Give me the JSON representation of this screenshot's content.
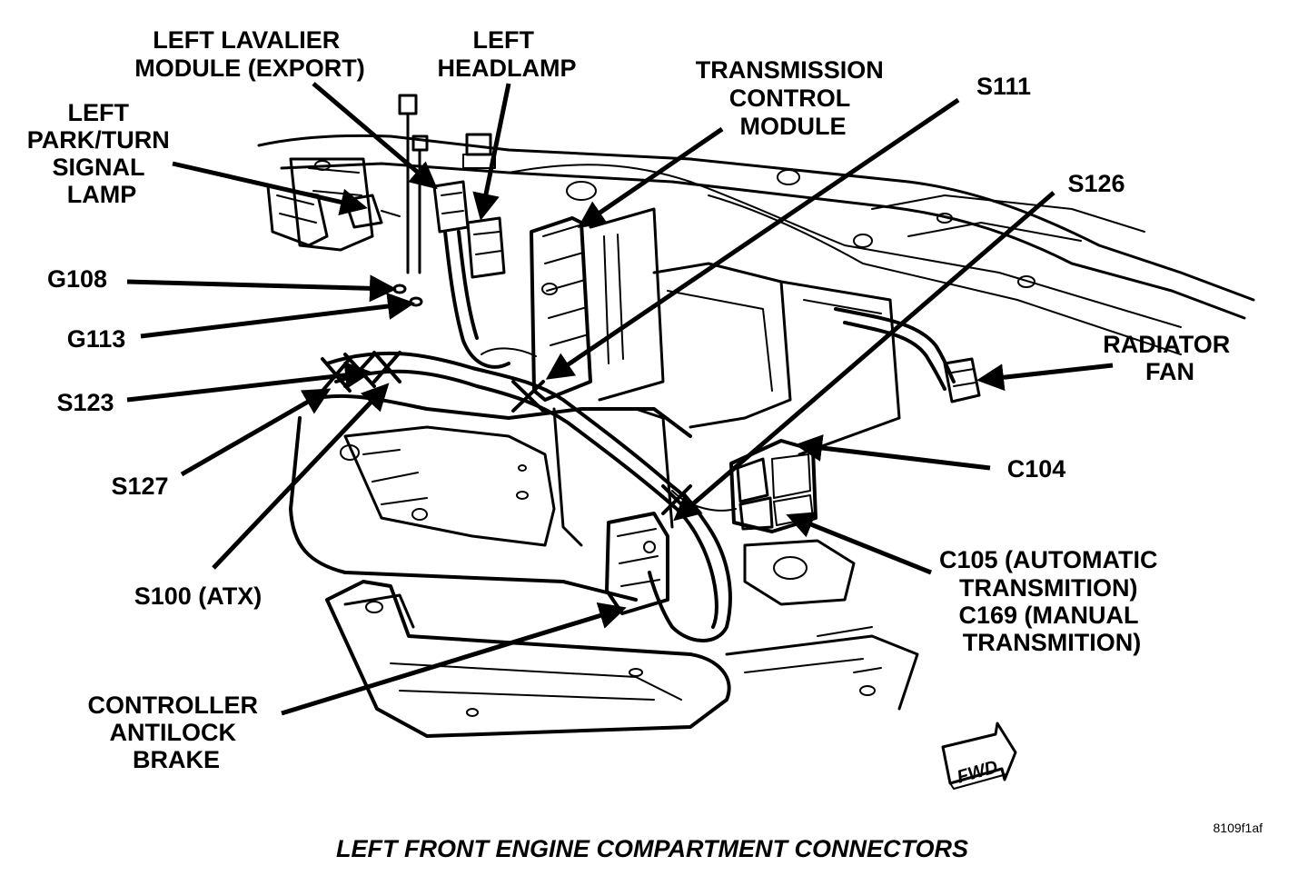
{
  "caption": "LEFT FRONT ENGINE COMPARTMENT CONNECTORS",
  "figure_code": "8109f1af",
  "direction_badge": "FWD",
  "callouts": {
    "left_lavalier_module": [
      "LEFT LAVALIER",
      "MODULE (EXPORT)"
    ],
    "left_headlamp": [
      "LEFT",
      "HEADLAMP"
    ],
    "transmission_control_module": [
      "TRANSMISSION",
      "CONTROL",
      "MODULE"
    ],
    "s111": [
      "S111"
    ],
    "left_park_turn_signal_lamp": [
      "LEFT",
      "PARK/TURN",
      "SIGNAL",
      "LAMP"
    ],
    "s126": [
      "S126"
    ],
    "g108": [
      "G108"
    ],
    "g113": [
      "G113"
    ],
    "radiator_fan": [
      "RADIATOR",
      "FAN"
    ],
    "s123": [
      "S123"
    ],
    "c104": [
      "C104"
    ],
    "s127": [
      "S127"
    ],
    "s100_atx": [
      "S100 (ATX)"
    ],
    "c105_c169": [
      "C105 (AUTOMATIC",
      "TRANSMITION)",
      "C169 (MANUAL",
      "TRANSMITION)"
    ],
    "controller_antilock_brake": [
      "CONTROLLER",
      "ANTILOCK",
      "BRAKE"
    ]
  }
}
